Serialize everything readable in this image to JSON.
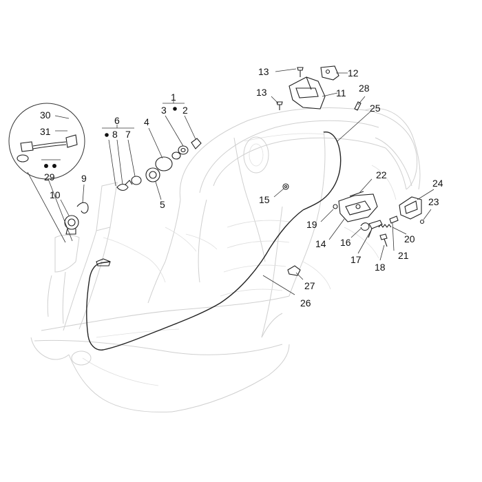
{
  "labels": {
    "l1": "1",
    "l2": "2",
    "l3": "3",
    "l4": "4",
    "l5": "5",
    "l6": "6",
    "l7": "7",
    "l8": "8",
    "l9": "9",
    "l10": "10",
    "l11": "11",
    "l12": "12",
    "l13a": "13",
    "l13b": "13",
    "l14": "14",
    "l15": "15",
    "l16": "16",
    "l17": "17",
    "l18": "18",
    "l19": "19",
    "l20": "20",
    "l21": "21",
    "l22": "22",
    "l23": "23",
    "l24": "24",
    "l25": "25",
    "l26": "26",
    "l27": "27",
    "l28": "28",
    "l29": "29",
    "l30": "30",
    "l31": "31"
  }
}
